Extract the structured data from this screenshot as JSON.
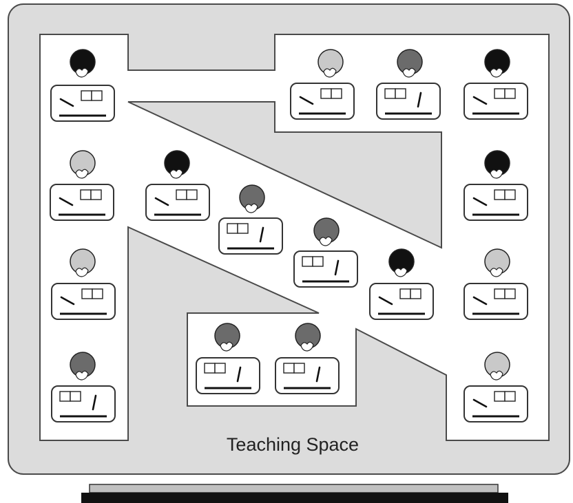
{
  "room": {
    "label": "Teaching Space"
  },
  "palette": {
    "floor": "#dcdcdc",
    "walkway": "#ffffff",
    "outline": "#4a4a4a",
    "head_black": "#111111",
    "head_dark": "#6b6b6b",
    "head_light": "#c9c9c9",
    "board_dark": "#111111",
    "board_light": "#c0c0c0"
  },
  "students": [
    {
      "id": 1,
      "shade": "black",
      "desk": "left-open"
    },
    {
      "id": 2,
      "shade": "light",
      "desk": "left-open"
    },
    {
      "id": 3,
      "shade": "dark",
      "desk": "open-right"
    },
    {
      "id": 4,
      "shade": "black",
      "desk": "left-open"
    },
    {
      "id": 5,
      "shade": "light",
      "desk": "left-open"
    },
    {
      "id": 6,
      "shade": "black",
      "desk": "left-open"
    },
    {
      "id": 7,
      "shade": "dark",
      "desk": "open-right"
    },
    {
      "id": 8,
      "shade": "black",
      "desk": "left-open"
    },
    {
      "id": 9,
      "shade": "dark",
      "desk": "open-right"
    },
    {
      "id": 10,
      "shade": "light",
      "desk": "left-open"
    },
    {
      "id": 11,
      "shade": "black",
      "desk": "left-open"
    },
    {
      "id": 12,
      "shade": "light",
      "desk": "left-open"
    },
    {
      "id": 13,
      "shade": "dark",
      "desk": "open-right"
    },
    {
      "id": 14,
      "shade": "dark",
      "desk": "open-right"
    },
    {
      "id": 15,
      "shade": "dark",
      "desk": "open-right"
    },
    {
      "id": 16,
      "shade": "light",
      "desk": "left-open"
    }
  ]
}
